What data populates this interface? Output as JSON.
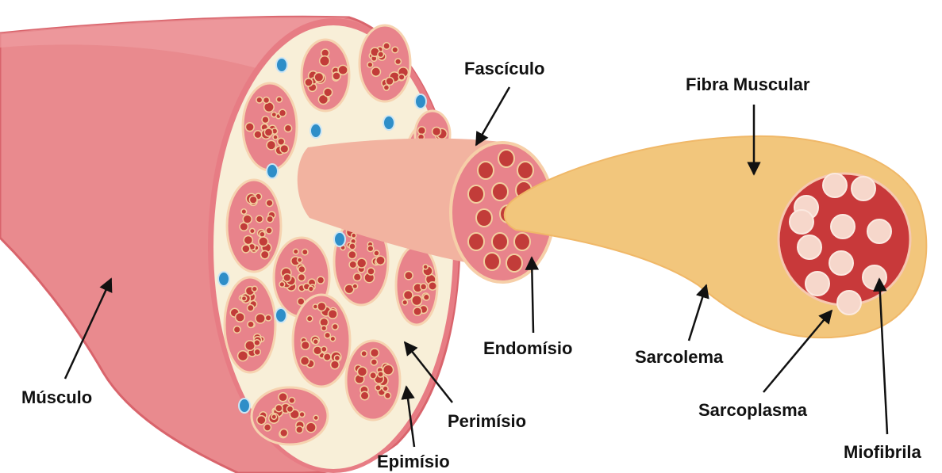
{
  "labels": {
    "musculo": "Músculo",
    "epimisio": "Epimísio",
    "perimisio": "Perimísio",
    "fasciculo": "Fascículo",
    "endomisio": "Endomísio",
    "fibra_muscular": "Fibra Muscular",
    "sarcolema": "Sarcolema",
    "sarcoplasma": "Sarcoplasma",
    "miofibrila": "Miofibrila"
  },
  "colors": {
    "muscle_body": "#e98a8e",
    "muscle_outline": "#d9646c",
    "perimysium_fill": "#f8efd8",
    "fascicle_fill": "#e8838b",
    "fiber_core": "#c23c39",
    "fiber_ring": "#f2cfa0",
    "fascicle_tube": "#f2b3a0",
    "muscle_fiber_tube": "#f2c67c",
    "sarcoplasma": "#c8393a",
    "myofibril": "#f6d7cb",
    "blood_vessel": "#2e8ec8"
  }
}
